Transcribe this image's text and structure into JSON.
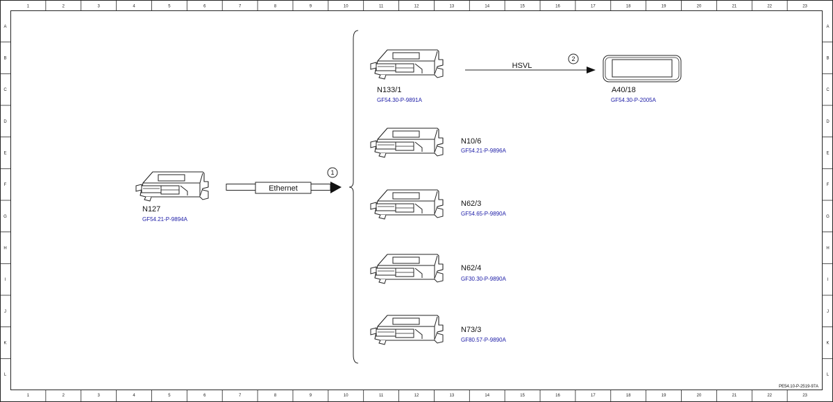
{
  "grid": {
    "columns": [
      "1",
      "2",
      "3",
      "4",
      "5",
      "6",
      "7",
      "8",
      "9",
      "10",
      "11",
      "12",
      "13",
      "14",
      "15",
      "16",
      "17",
      "18",
      "19",
      "20",
      "21",
      "22",
      "23"
    ],
    "rows": [
      "A",
      "B",
      "C",
      "D",
      "E",
      "F",
      "G",
      "H",
      "I",
      "J",
      "K",
      "L"
    ]
  },
  "modules": [
    {
      "id": "N127",
      "ref": "GF54.21-P-9894A"
    },
    {
      "id": "N133/1",
      "ref": "GF54.30-P-9891A"
    },
    {
      "id": "N10/6",
      "ref": "GF54.21-P-9896A"
    },
    {
      "id": "N62/3",
      "ref": "GF54.65-P-9890A"
    },
    {
      "id": "N62/4",
      "ref": "GF30.30-P-9890A"
    },
    {
      "id": "N73/3",
      "ref": "GF80.57-P-9890A"
    }
  ],
  "display": {
    "id": "A40/18",
    "ref": "GF54.30-P-2005A"
  },
  "connections": {
    "ethernet": {
      "label": "Ethernet",
      "marker": "1"
    },
    "hsvl": {
      "label": "HSVL",
      "marker": "2"
    }
  },
  "doc_id": "PE54.10-P-2519-97A"
}
